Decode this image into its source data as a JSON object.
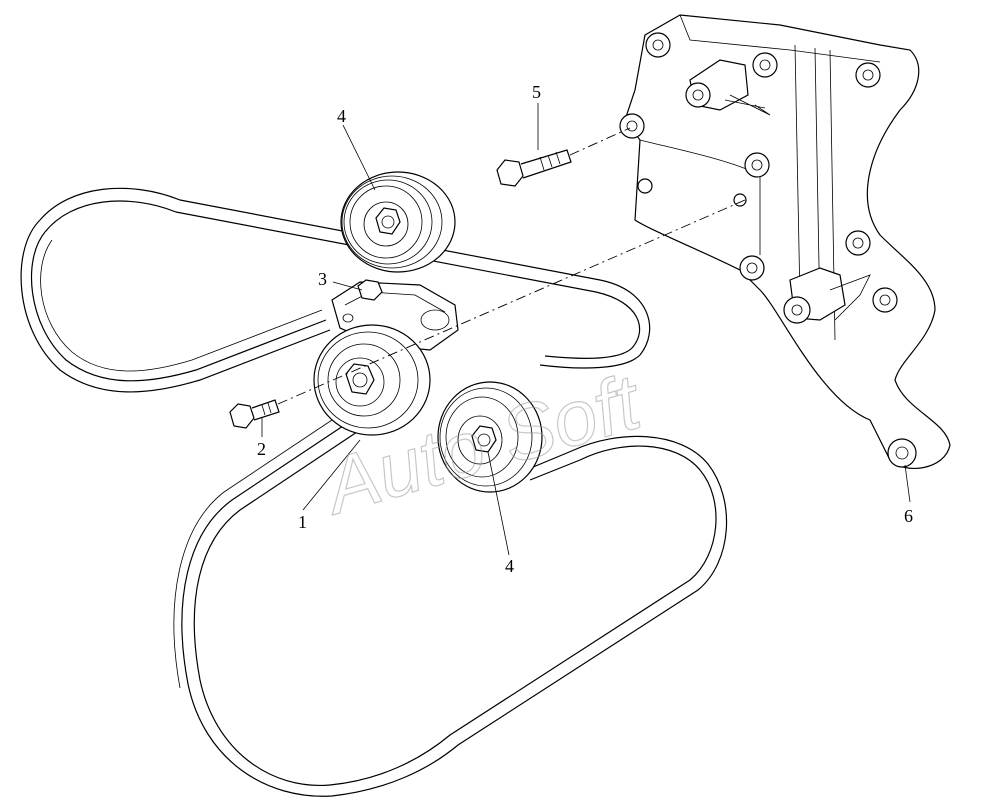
{
  "callouts": {
    "belt": "1",
    "bolt_lower": "2",
    "tensioner": "3",
    "idler_upper": "4",
    "idler_lower": "4",
    "bolt_upper": "5",
    "bracket": "6"
  },
  "watermark": "Auto Soft"
}
